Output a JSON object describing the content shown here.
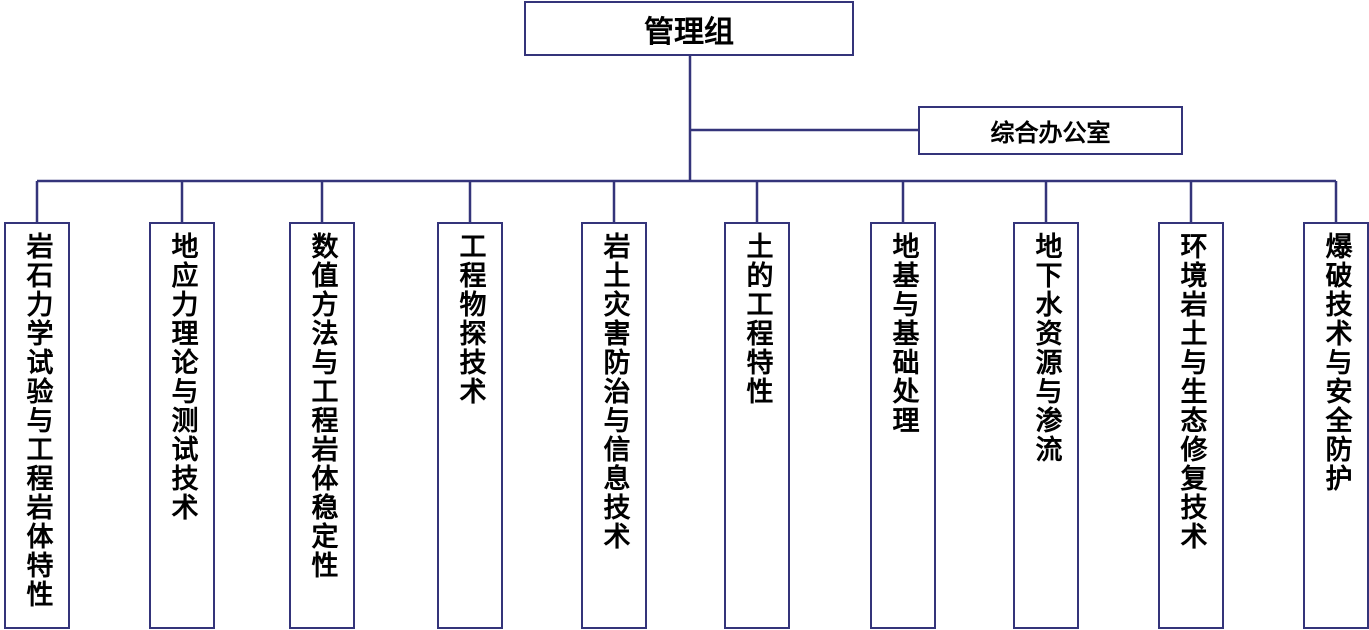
{
  "org_chart": {
    "top": "管理组",
    "office": "综合办公室",
    "groups": [
      "岩石力学试验与工程岩体特性",
      "地应力理论与测试技术",
      "数值方法与工程岩体稳定性",
      "工程物探技术",
      "岩土灾害防治与信息技术",
      "土的工程特性",
      "地基与基础处理",
      "地下水资源与渗流",
      "环境岩土与生态修复技术",
      "爆破技术与安全防护"
    ]
  },
  "colors": {
    "border": "#34347a",
    "connector": "#34347a",
    "text": "#000000",
    "background": "#ffffff"
  }
}
